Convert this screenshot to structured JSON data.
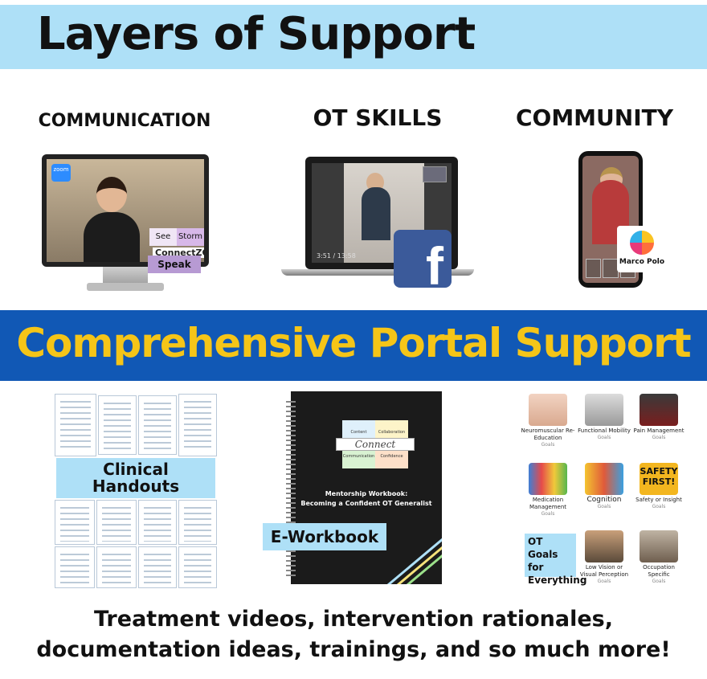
{
  "header": {
    "title": "Layers of Support"
  },
  "columns": {
    "communication": "COMMUNICATION",
    "ot_skills": "OT SKILLS",
    "community": "COMMUNITY"
  },
  "communication_image": {
    "zoom_badge": "zoom",
    "see": "See",
    "storm": "Storm",
    "connect_zoom": "ConnectZOOM",
    "speak": "Speak"
  },
  "ot_skills_image": {
    "video_time": "3:51 / 13:58",
    "facebook_glyph": "f"
  },
  "community_image": {
    "marco_polo": "Marco Polo"
  },
  "portal_banner": {
    "title": "Comprehensive Portal Support"
  },
  "handouts": {
    "label_line1": "Clinical",
    "label_line2": "Handouts"
  },
  "workbook": {
    "cells": [
      "Content",
      "Collaboration",
      "Communication",
      "Confidence"
    ],
    "connect": "Connect",
    "title_line1": "Mentorship Workbook:",
    "title_line2": "Becoming a Confident OT Generalist",
    "label": "E-Workbook"
  },
  "goals": {
    "items": [
      {
        "name": "Neuromuscular Re-Education",
        "sub": "Goals"
      },
      {
        "name": "Functional Mobility",
        "sub": "Goals"
      },
      {
        "name": "Pain Management",
        "sub": "Goals"
      },
      {
        "name": "Medication Management",
        "sub": "Goals"
      },
      {
        "name": "Cognition",
        "sub": "Goals"
      },
      {
        "name": "Safety or Insight",
        "sub": "Goals"
      },
      {
        "name": "Low Vision or Visual Perception",
        "sub": "Goals"
      },
      {
        "name": "Occupation Specific",
        "sub": "Goals"
      }
    ],
    "safety_sign": "SAFETY FIRST!",
    "ot_label": "OT Goals for Everything"
  },
  "footer": {
    "line1": "Treatment videos, intervention rationales,",
    "line2": "documentation ideas, trainings, and so much more!"
  },
  "colors": {
    "top_banner": "#aee0f7",
    "portal_banner": "#1158b5",
    "portal_text": "#f5c518",
    "facebook": "#3b5a9a"
  }
}
